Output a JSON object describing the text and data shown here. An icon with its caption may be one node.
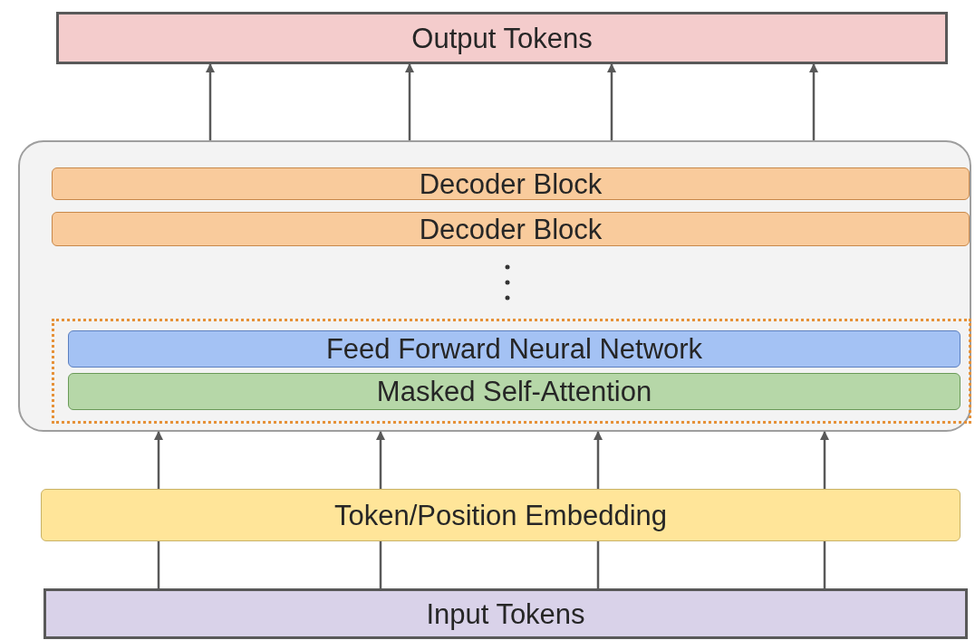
{
  "diagram": {
    "nodes": [
      {
        "text": [
          "Output Tokens"
        ]
      },
      {
        "text": [],
        "shape": "box"
      },
      {
        "text": [
          "Decoder Block"
        ],
        "in": 1
      },
      {
        "text": [
          "Decoder Block"
        ],
        "in": 1
      },
      {
        "text": [],
        "shape": "box",
        "in": 1
      },
      {
        "text": [
          "Feed Forward Neural Network"
        ],
        "in": 4
      },
      {
        "text": [
          "Masked Self-Attention"
        ],
        "in": 4
      },
      {
        "text": [
          "Token/Position Embedding"
        ]
      },
      {
        "text": [
          "Input Tokens"
        ]
      }
    ],
    "edges": [
      {
        "from": 1,
        "to": 0,
        "arrow": "to"
      },
      {
        "from": 1,
        "to": 0,
        "arrow": "to"
      },
      {
        "from": 1,
        "to": 0,
        "arrow": "to"
      },
      {
        "from": 1,
        "to": 0,
        "arrow": "to"
      },
      {
        "from": 7,
        "to": 1,
        "arrow": "to"
      },
      {
        "from": 7,
        "to": 1,
        "arrow": "to"
      },
      {
        "from": 7,
        "to": 1,
        "arrow": "to"
      },
      {
        "from": 7,
        "to": 1,
        "arrow": "to"
      },
      {
        "from": 8,
        "to": 7,
        "arrow": "none"
      },
      {
        "from": 8,
        "to": 7,
        "arrow": "none"
      },
      {
        "from": 8,
        "to": 7,
        "arrow": "none"
      },
      {
        "from": 8,
        "to": 7,
        "arrow": "none"
      }
    ]
  }
}
